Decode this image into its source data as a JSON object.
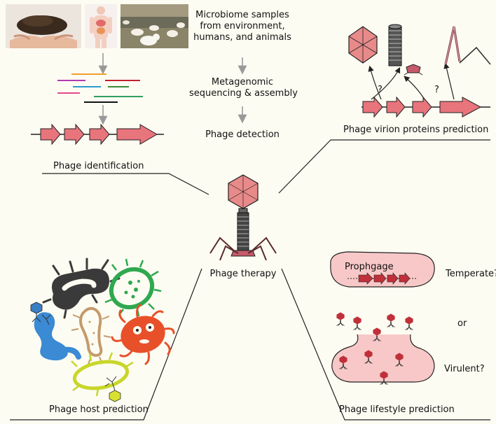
{
  "samples_text": [
    "Microbiome samples",
    "from environment,",
    "humans, and animals"
  ],
  "steps": {
    "sequencing": [
      "Metagenomic",
      "sequencing & assembly"
    ],
    "detection": "Phage detection"
  },
  "sections": {
    "identification": "Phage identification",
    "virion": "Phage virion proteins prediction",
    "host": "Phage host prediction",
    "lifestyle": "Phage lifestyle prediction",
    "therapy": "Phage therapy"
  },
  "virion_question": "?",
  "lifestyle": {
    "prophage": "Prophgage",
    "temperate": "Temperate?",
    "or": "or",
    "virulent": "Virulent?"
  },
  "colors": {
    "gene_fill": "#e8747c",
    "phage_head": "#e98a8a",
    "soil": "#3a2a1e",
    "bacteria": [
      "#3a3a3a",
      "#2fa84f",
      "#3a7fc4",
      "#c49a6c",
      "#e8502a",
      "#c8d62a"
    ]
  },
  "icons": [
    "soil-photo",
    "human-anatomy-photo",
    "poultry-photo",
    "phage-icon",
    "bacteria-icon"
  ]
}
